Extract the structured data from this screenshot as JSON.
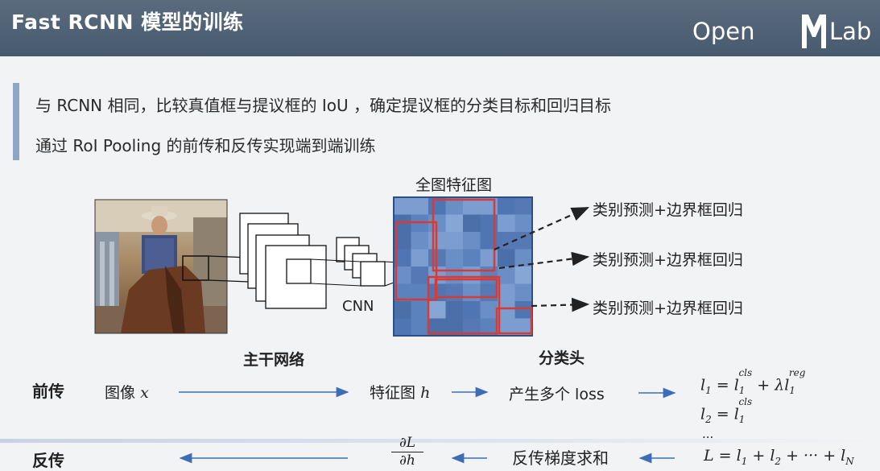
{
  "header": {
    "title": "Fast RCNN 模型的训练",
    "logo_left": "Open",
    "logo_right": "Lab"
  },
  "bullets": [
    "与 RCNN 相同，比较真值框与提议框的 IoU ，确定提议框的分类目标和回归目标",
    "通过 RoI Pooling 的前传和反传实现端到端训练"
  ],
  "diagram": {
    "feature_map_title": "全图特征图",
    "cnn_label": "CNN",
    "backbone_label": "主干网络",
    "head_label": "分类头",
    "head_outputs": [
      "类别预测+边界框回归",
      "类别预测+边界框回归",
      "类别预测+边界框回归"
    ]
  },
  "forward": {
    "label": "前传",
    "image": "图像",
    "image_var": "x",
    "feature": "特征图",
    "feature_var": "h",
    "loss": "产生多个 loss",
    "eq1": "l1 = l1cls + λl1reg",
    "eq2": "l2 = l1cls",
    "dots": "..."
  },
  "backward": {
    "label": "反传",
    "grad_num": "∂L",
    "grad_den": "∂h",
    "sum": "反传梯度求和",
    "total": "L = l1 + l2 + ··· + lN"
  },
  "colors": {
    "header_bg": "#4d5f73",
    "accent_bar": "#8fa6c6",
    "arrow_blue": "#3d6cb8",
    "roi_red": "#d83a35",
    "feature_blue": "#5b82bd"
  }
}
